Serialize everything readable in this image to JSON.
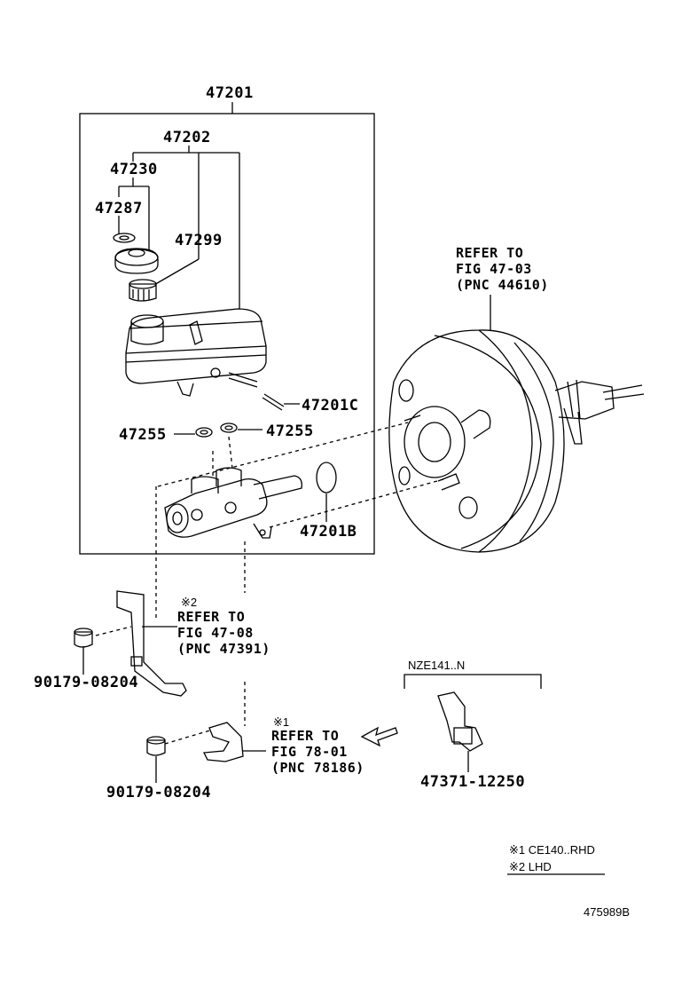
{
  "callouts": {
    "assy": "47201",
    "reservoir": "47202",
    "cap_assy": "47230",
    "cap_gasket": "47287",
    "strainer": "47299",
    "pin": "47201C",
    "grommet_left": "47255",
    "grommet_right": "47255",
    "oring": "47201B",
    "nut_upper": "90179-08204",
    "nut_lower": "90179-08204",
    "switch": "47371-12250"
  },
  "refs": {
    "booster": [
      "REFER TO",
      "FIG 47-03",
      "(PNC 44610)"
    ],
    "bracket_upper": {
      "mark": "※2",
      "lines": [
        "REFER TO",
        "FIG 47-08",
        "(PNC 47391)"
      ]
    },
    "bracket_lower": {
      "mark": "※1",
      "lines": [
        "REFER TO",
        "FIG 78-01",
        "(PNC 78186)"
      ]
    }
  },
  "variant_label": "NZE141..N",
  "legend": [
    "※1 CE140..RHD",
    "※2 LHD"
  ],
  "figure_id": "475989B",
  "icons": [
    "master-cylinder-icon",
    "reservoir-icon",
    "booster-icon",
    "bracket-icon",
    "nut-icon",
    "switch-icon",
    "arrow-icon"
  ]
}
